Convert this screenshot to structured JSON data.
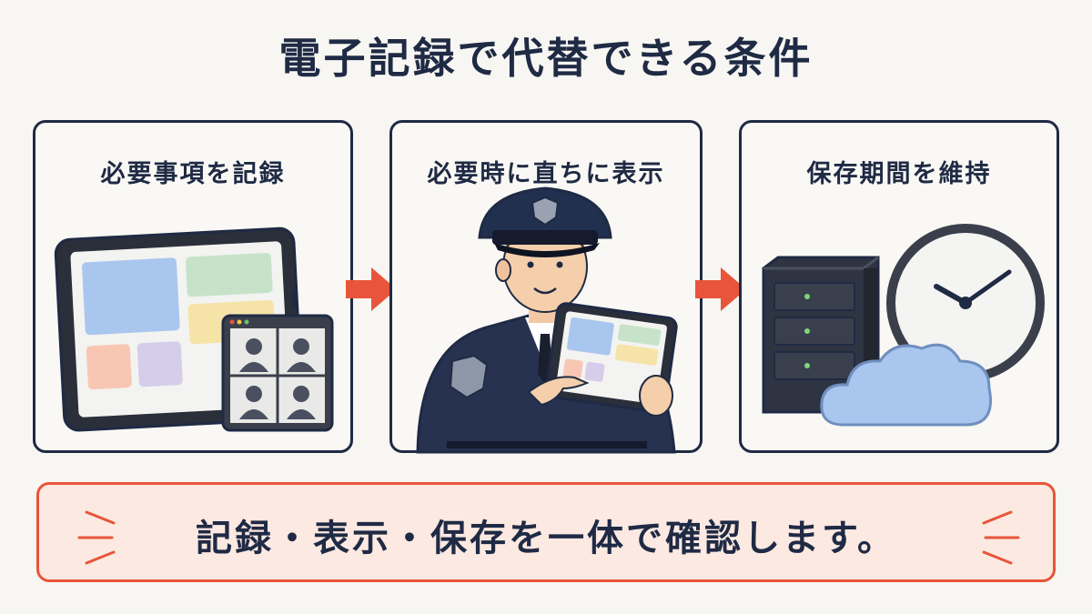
{
  "title": "電子記録で代替できる条件",
  "steps": [
    {
      "label": "必要事項を記録",
      "icon": "tablet-video-call-icon"
    },
    {
      "label": "必要時に直ちに表示",
      "icon": "police-officer-tablet-icon"
    },
    {
      "label": "保存期間を維持",
      "icon": "server-clock-cloud-icon"
    }
  ],
  "summary": "記録・表示・保存を一体で確認します。",
  "colors": {
    "navy": "#1f2a44",
    "accent": "#e8553a",
    "banner_bg": "#fbe9e2"
  }
}
